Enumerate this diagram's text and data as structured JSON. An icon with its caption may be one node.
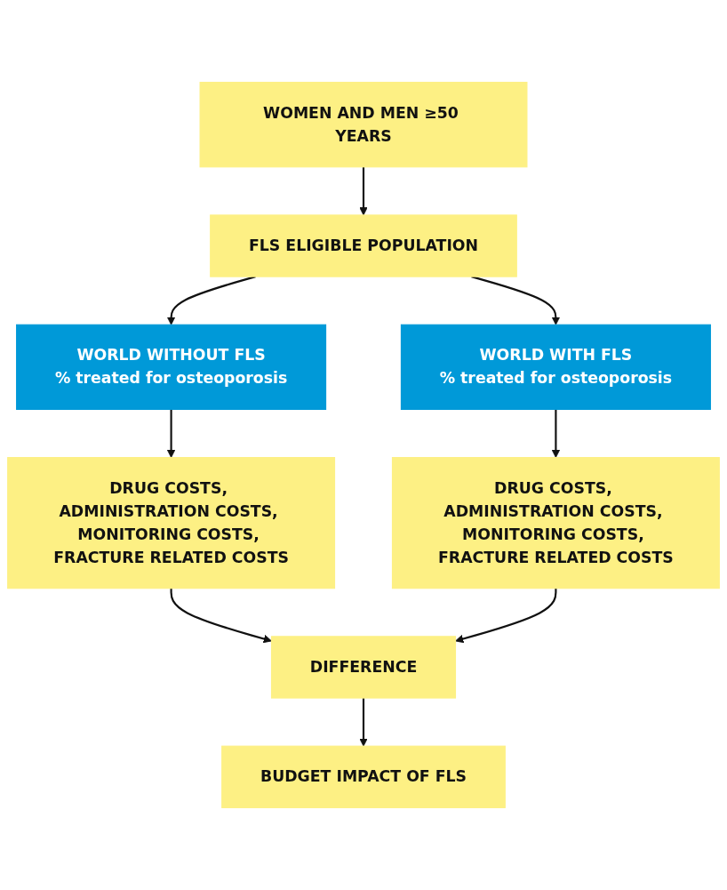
{
  "diagram": {
    "nodes": [
      {
        "text": [
          "WOMEN AND MEN ≥50 YEARS"
        ]
      },
      {
        "text": [
          "FLS ELIGIBLE POPULATION"
        ]
      },
      {
        "text": [
          "WORLD WITHOUT FLS",
          "% treated for osteoporosis"
        ]
      },
      {
        "text": [
          "WORLD WITH FLS",
          "% treated for osteoporosis"
        ]
      },
      {
        "text": [
          "DRUG COSTS, ADMINISTRATION COSTS, MONITORING COSTS, FRACTURE RELATED COSTS"
        ]
      },
      {
        "text": [
          "DRUG COSTS, ADMINISTRATION COSTS, MONITORING COSTS, FRACTURE RELATED COSTS"
        ]
      },
      {
        "text": [
          "DIFFERENCE"
        ]
      },
      {
        "text": [
          "BUDGET IMPACT OF FLS"
        ]
      }
    ],
    "edges": [
      {
        "from": 0,
        "to": 1,
        "arrow": "to"
      },
      {
        "from": 1,
        "to": 2,
        "arrow": "to"
      },
      {
        "from": 1,
        "to": 3,
        "arrow": "to"
      },
      {
        "from": 2,
        "to": 4,
        "arrow": "to"
      },
      {
        "from": 3,
        "to": 5,
        "arrow": "to"
      },
      {
        "from": 4,
        "to": 6,
        "arrow": "to"
      },
      {
        "from": 5,
        "to": 6,
        "arrow": "to"
      },
      {
        "from": 6,
        "to": 7,
        "arrow": "to"
      }
    ]
  }
}
